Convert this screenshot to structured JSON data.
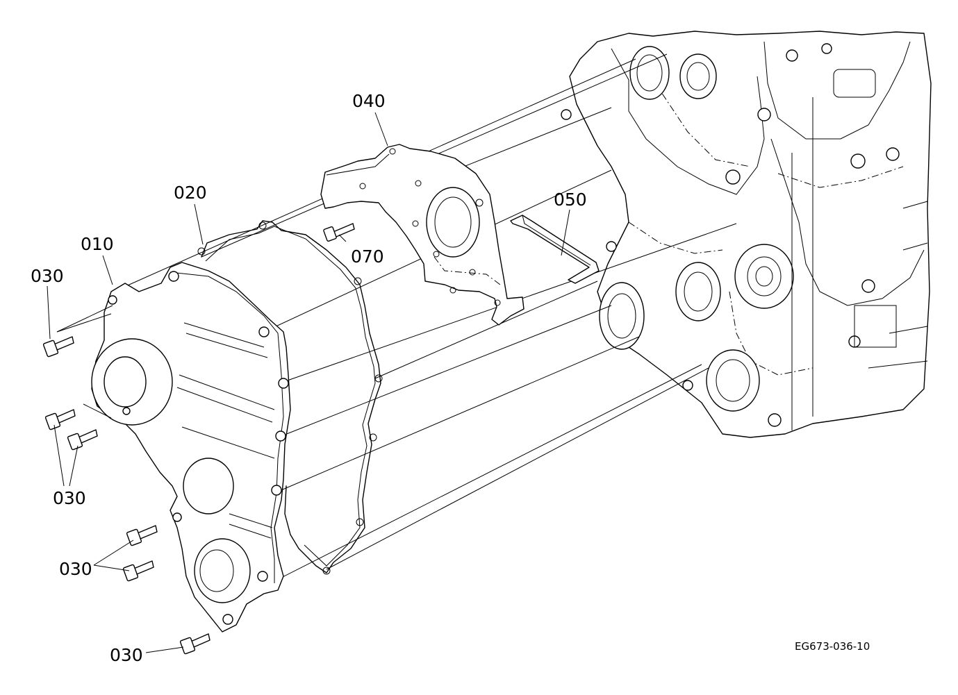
{
  "callouts": {
    "c010": "010",
    "c020": "020",
    "c030_top": "030",
    "c030_mid": "030",
    "c030_lower": "030",
    "c030_bottom": "030",
    "c040": "040",
    "c050": "050",
    "c070": "070"
  },
  "figure_ref": "EG673-036-10"
}
